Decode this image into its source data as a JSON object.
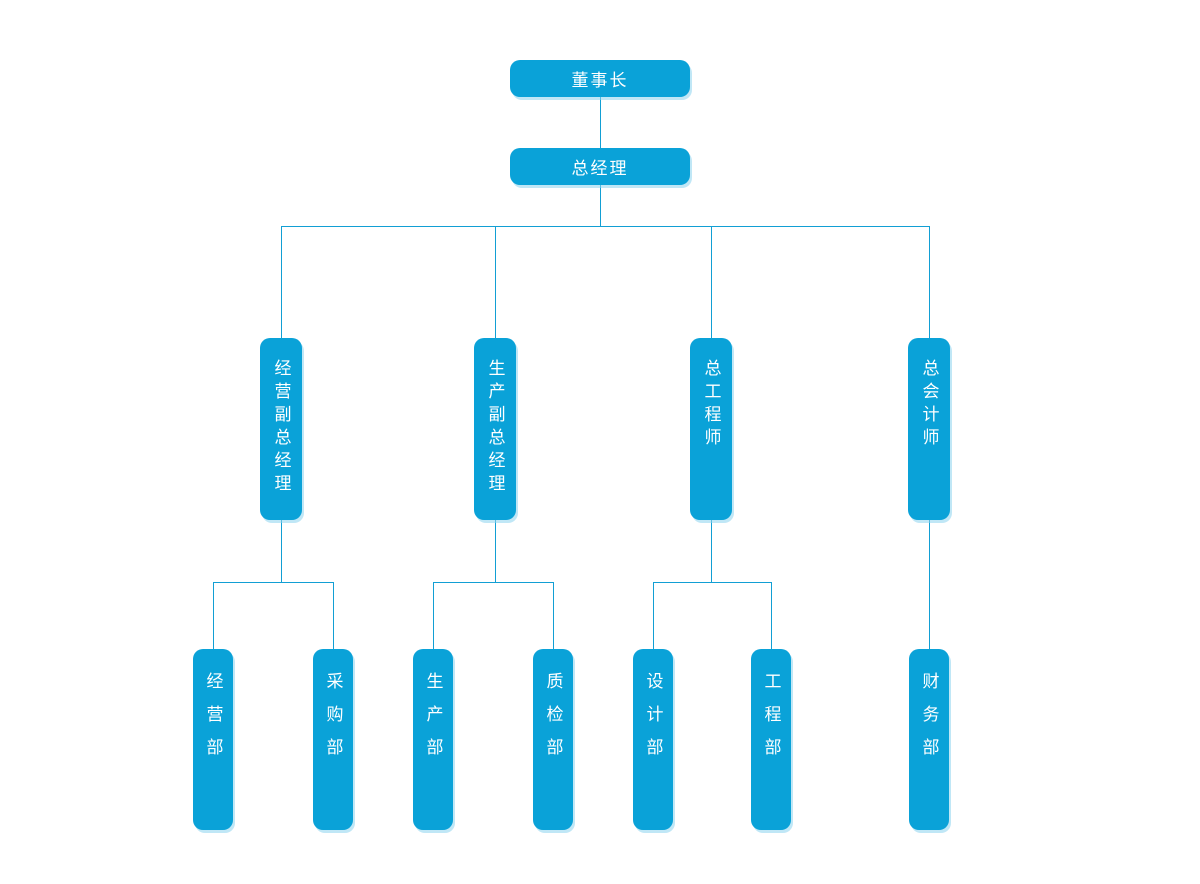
{
  "diagram": {
    "type": "org-chart",
    "background_color": "#ffffff",
    "node_fill_color": "#0aa2d8",
    "node_shadow_color": "#8cd4ee",
    "connector_color": "#129fd4",
    "node_text_color": "#ffffff",
    "nodes": [
      {
        "id": "chairman",
        "label": "董事长",
        "parent": null
      },
      {
        "id": "general-manager",
        "label": "总经理",
        "parent": "chairman"
      },
      {
        "id": "business-vice-gm",
        "label": "经营副总经理",
        "parent": "general-manager"
      },
      {
        "id": "production-vice-gm",
        "label": "生产副总经理",
        "parent": "general-manager"
      },
      {
        "id": "chief-engineer",
        "label": "总工程师",
        "parent": "general-manager"
      },
      {
        "id": "chief-accountant",
        "label": "总会计师",
        "parent": "general-manager"
      },
      {
        "id": "business-dept",
        "label": "经营部",
        "parent": "business-vice-gm"
      },
      {
        "id": "purchasing-dept",
        "label": "采购部",
        "parent": "business-vice-gm"
      },
      {
        "id": "production-dept",
        "label": "生产部",
        "parent": "production-vice-gm"
      },
      {
        "id": "quality-dept",
        "label": "质检部",
        "parent": "production-vice-gm"
      },
      {
        "id": "design-dept",
        "label": "设计部",
        "parent": "chief-engineer"
      },
      {
        "id": "engineering-dept",
        "label": "工程部",
        "parent": "chief-engineer"
      },
      {
        "id": "finance-dept",
        "label": "财务部",
        "parent": "chief-accountant"
      }
    ]
  }
}
